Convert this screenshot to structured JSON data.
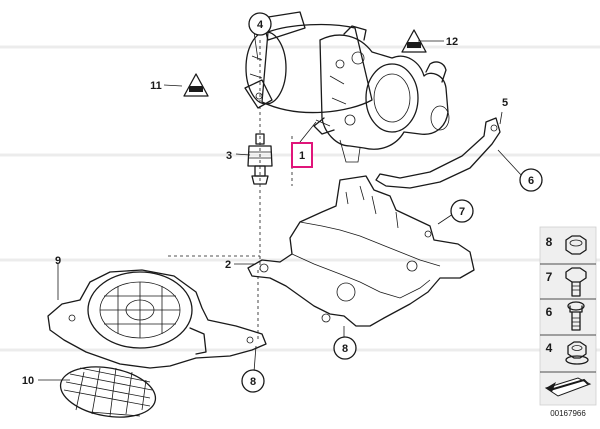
{
  "callouts": {
    "c1": "1",
    "c2": "2",
    "c3": "3",
    "c4": "4",
    "c5": "5",
    "c6": "6",
    "c7": "7",
    "c8a": "8",
    "c8b": "8",
    "c9": "9",
    "c10": "10",
    "c11": "11",
    "c12": "12"
  },
  "parts_panel": [
    "8",
    "7",
    "6",
    "4"
  ],
  "diagram_id": "00167966",
  "colors": {
    "line": "#1a1a1a",
    "highlight": "#e0157a",
    "panel_bg": "#efefef",
    "watermark": "#ececec"
  },
  "icons": [
    "pump-motor",
    "bracket",
    "rubber-mount",
    "fan-shroud",
    "fan-grille",
    "nut",
    "bolt",
    "washer",
    "warning-triangle",
    "direction-arrow"
  ]
}
